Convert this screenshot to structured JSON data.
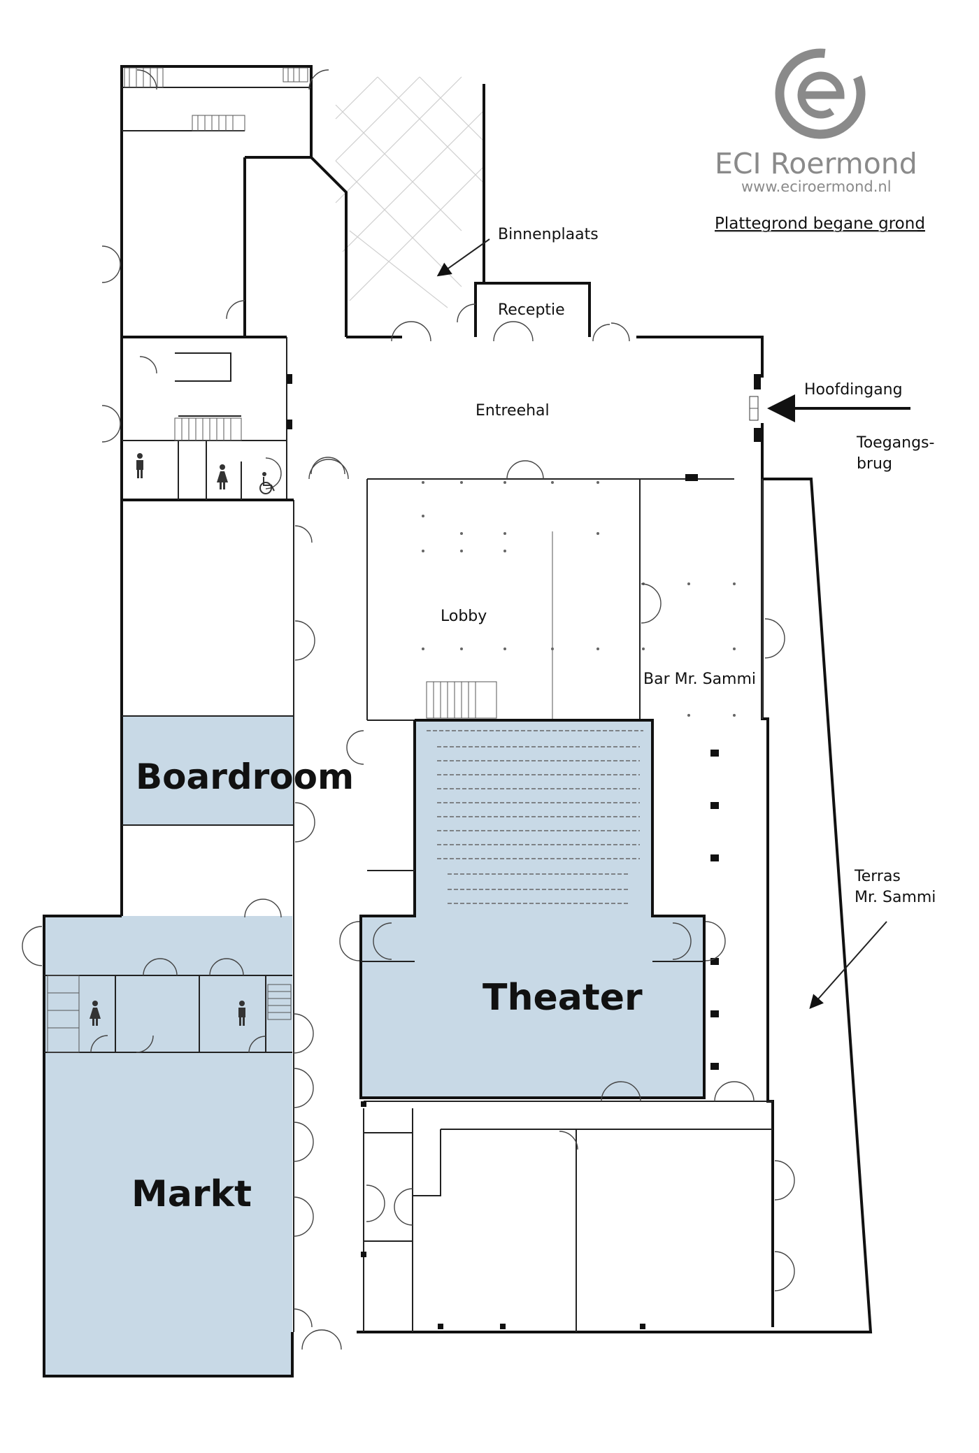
{
  "brand": {
    "name": "ECI Roermond",
    "url": "www.eciroermond.nl",
    "subtitle": "Plattegrond begane grond",
    "logo_color": "#8a8a8a"
  },
  "colors": {
    "room_highlight": "#c8d9e6",
    "wall": "#111111"
  },
  "rooms": {
    "binnenplaats": "Binnenplaats",
    "receptie": "Receptie",
    "entreehal": "Entreehal",
    "lobby": "Lobby",
    "bar": "Bar Mr. Sammi",
    "boardroom": "Boardroom",
    "theater": "Theater",
    "markt": "Markt",
    "terras": [
      "Terras",
      "Mr. Sammi"
    ],
    "hoofdingang": "Hoofdingang",
    "toegangsbrug": [
      "Toegangs-",
      "brug"
    ]
  },
  "icons": {
    "restroom_men": "male-restroom-icon",
    "restroom_women": "female-restroom-icon",
    "accessible": "wheelchair-icon",
    "arrow": "arrow-icon"
  }
}
